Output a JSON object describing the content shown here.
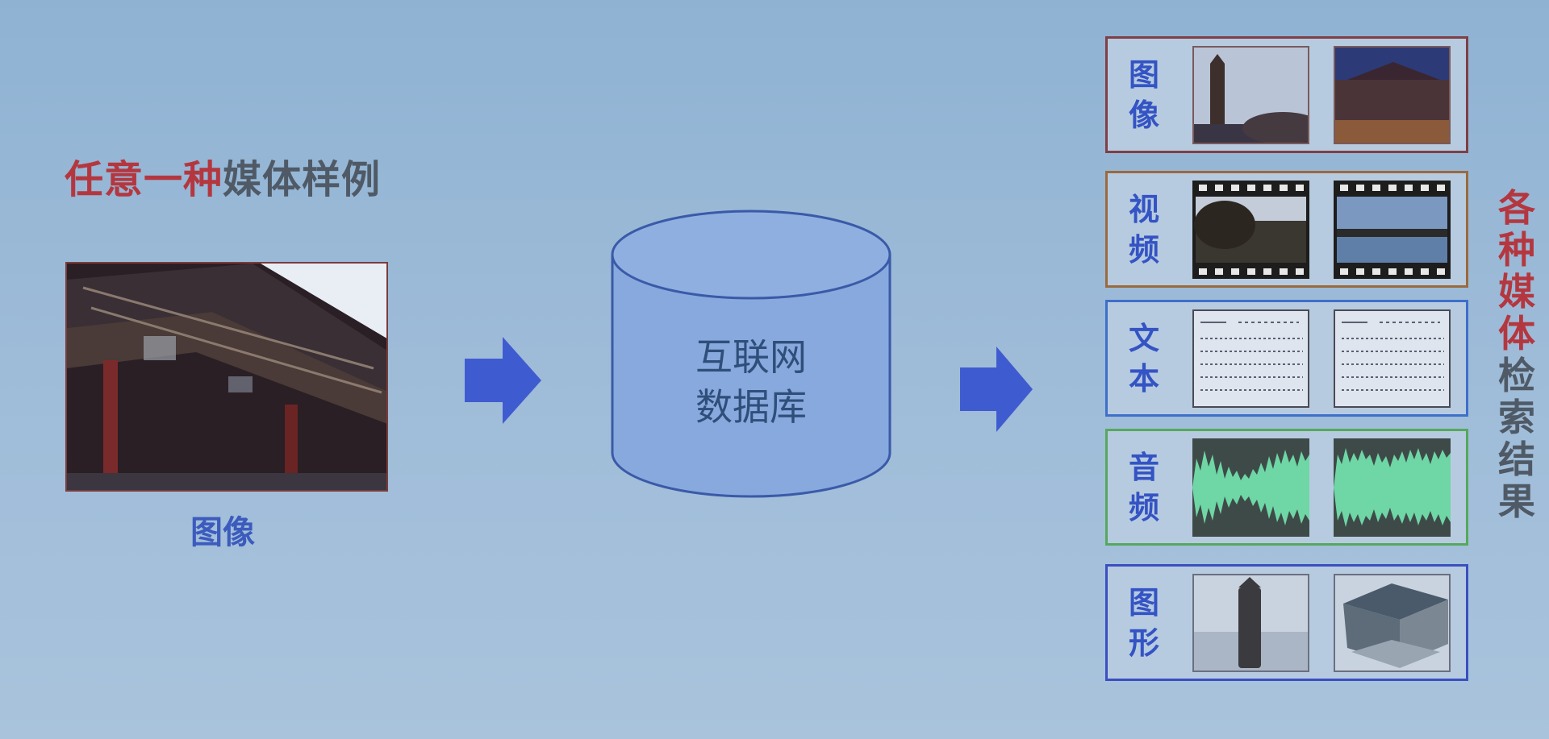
{
  "query": {
    "title_part1": "任意一种",
    "title_part2": "媒体样例",
    "caption": "图像"
  },
  "database": {
    "line1": "互联网",
    "line2": "数据库"
  },
  "results": {
    "title_part1": [
      "各",
      "种",
      "媒",
      "体"
    ],
    "title_part2": [
      "检",
      "索",
      "结",
      "果"
    ],
    "rows": [
      {
        "label": [
          "图",
          "像"
        ],
        "border": "#7f3f45"
      },
      {
        "label": [
          "视",
          "频"
        ],
        "border": "#9a6a3e"
      },
      {
        "label": [
          "文",
          "本"
        ],
        "border": "#3e6fc9"
      },
      {
        "label": [
          "音",
          "频"
        ],
        "border": "#55a85c"
      },
      {
        "label": [
          "图",
          "形"
        ],
        "border": "#3a4fc0"
      }
    ]
  },
  "colors": {
    "accent_red": "#b4373f",
    "label_blue": "#3453c4",
    "arrow_blue": "#3f5bd0",
    "db_fill": "#87a9dd"
  }
}
